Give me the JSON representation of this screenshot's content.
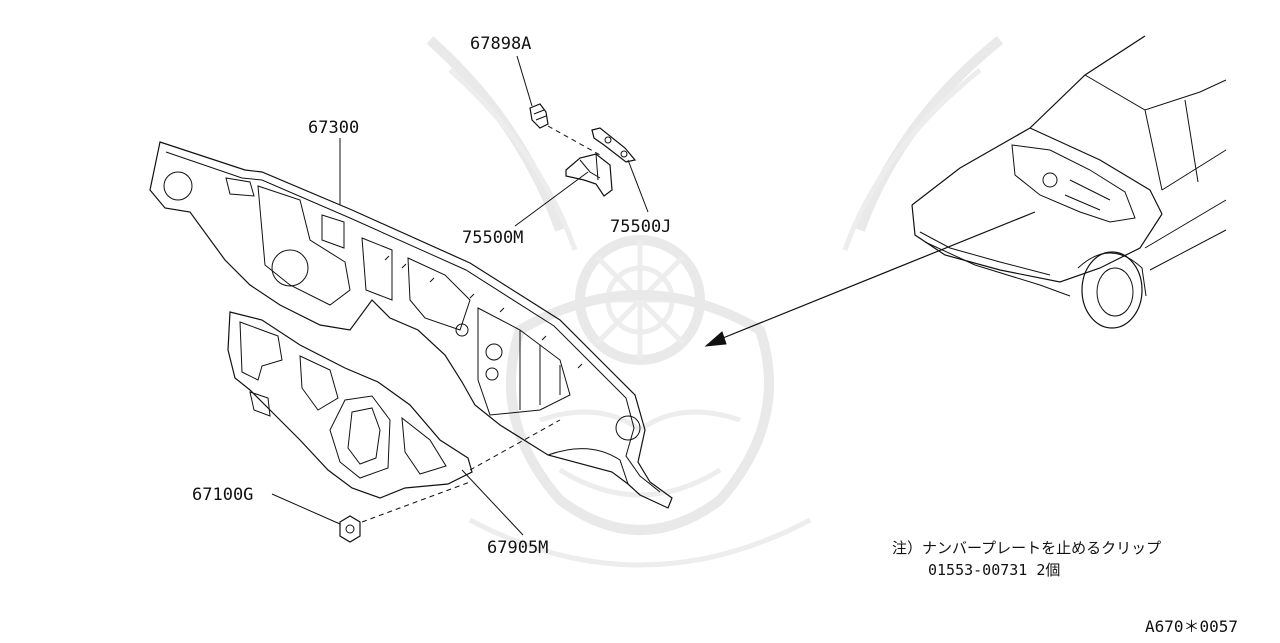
{
  "labels": {
    "clip_top": "67898A",
    "dash_panel": "67300",
    "bracket_m": "75500M",
    "bracket_j": "75500J",
    "grommet_clip": "67100G",
    "insulator": "67905M"
  },
  "note": {
    "line1": "注）ナンバープレートを止めるクリップ",
    "line2": "01553-00731 2個"
  },
  "drawing_code": "A670＊0057"
}
